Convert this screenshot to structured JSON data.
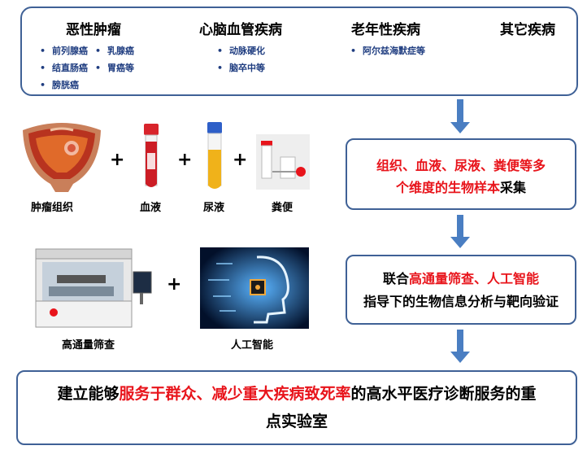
{
  "diseases": [
    {
      "title": "恶性肿瘤",
      "items": [
        "前列腺癌",
        "结直肠癌",
        "膀胱癌",
        "乳腺癌",
        "胃癌等"
      ]
    },
    {
      "title": "心脑血管疾病",
      "items": [
        "动脉硬化",
        "脑卒中等"
      ]
    },
    {
      "title": "老年性疾病",
      "items": [
        "阿尔兹海默症等"
      ]
    },
    {
      "title": "其它疾病",
      "items": []
    }
  ],
  "samples": {
    "tumor": "肿瘤组织",
    "blood": "血液",
    "urine": "尿液",
    "stool": "粪便",
    "plus": "+"
  },
  "collection": {
    "line1": "组织、血液、尿液、粪便等多",
    "line2_red": "个维度的生物样本",
    "line2_black": "采集"
  },
  "tech": {
    "screening": "高通量筛查",
    "ai": "人工智能",
    "plus": "+"
  },
  "analysis": {
    "line1_black": "联合",
    "line1_red": "高通量筛查、人工智能",
    "line2": "指导下的生物信息分析与靶向验证"
  },
  "goal": {
    "p1": "建立能够",
    "p2": "服务于群众、减少重大疾病致死率",
    "p3": "的高水平医疗诊断服务的重",
    "p4": "点实验室"
  },
  "colors": {
    "border": "#3f6196",
    "arrow": "#4a7ec2",
    "red": "#e8141b",
    "item_blue": "#1f3d80"
  }
}
